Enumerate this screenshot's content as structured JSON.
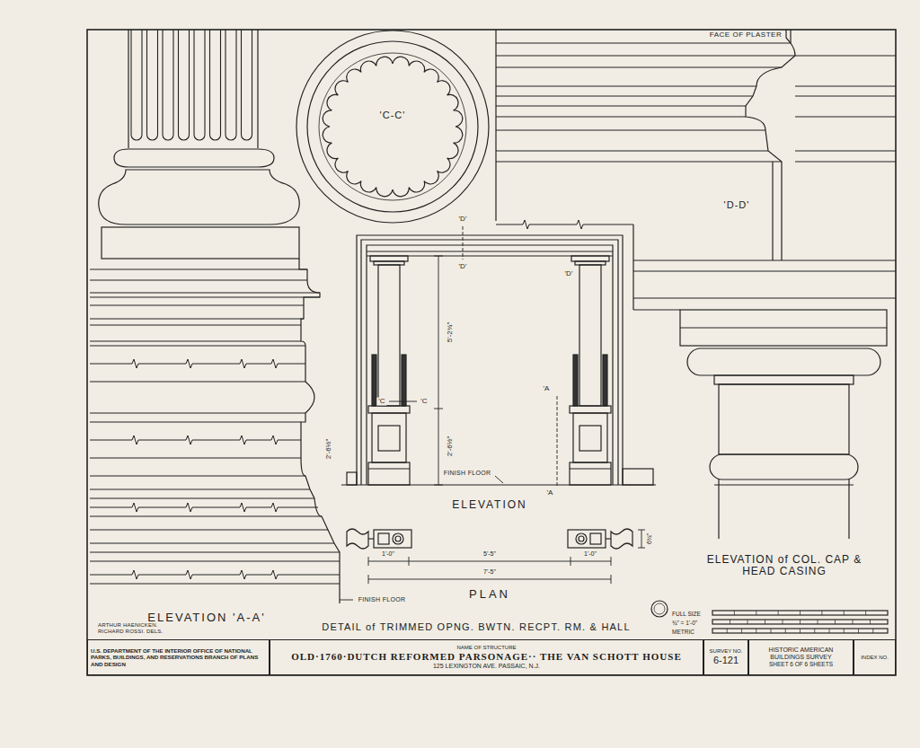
{
  "diagram": {
    "title": "DETAIL of TRIMMED OPNG. BWTN. RECPT. RM. & HALL",
    "nodes": [
      {
        "text": [
          "U.S. DEPARTMENT OF THE INTERIOR OFFICE OF NATIONAL PARKS, BUILDINGS, AND RESERVATIONS BRANCH OF PLANS AND DESIGN"
        ]
      },
      {
        "text": [
          "NAME OF STRUCTURE",
          "OLD·1760·DUTCH REFORMED PARSONAGE·· THE VAN SCHOTT HOUSE",
          "125 LEXINGTON AVE. PASSAIC, N.J."
        ]
      },
      {
        "text": [
          "SURVEY NO.",
          "6-121"
        ]
      },
      {
        "text": [
          "HISTORIC AMERICAN BUILDINGS SURVEY",
          "SHEET 6 OF 6 SHEETS"
        ]
      },
      {
        "text": [
          "INDEX NO."
        ]
      }
    ],
    "labels": [
      "FACE OF PLASTER",
      "'C-C'",
      "'D-D'",
      "'D'",
      "'D'",
      "'D'",
      "'C",
      "'C",
      "'A",
      "'A",
      "5'-2¾\"",
      "2'-6½\"",
      "2'-6½\"",
      "FINISH FLOOR",
      "ELEVATION",
      "1'-0\"",
      "5'-5\"",
      "1'-0\"",
      "7'-5\"",
      "6¾\"",
      "PLAN",
      "ELEVATION 'A-A'",
      "FINISH FLOOR",
      "ARTHUR HAENICKEN. RICHARD ROSSI. DELS.",
      "FULL SIZE",
      "¾\" = 1'-0\"",
      "METRIC",
      "ELEVATION of COL. CAP & HEAD CASING"
    ]
  }
}
